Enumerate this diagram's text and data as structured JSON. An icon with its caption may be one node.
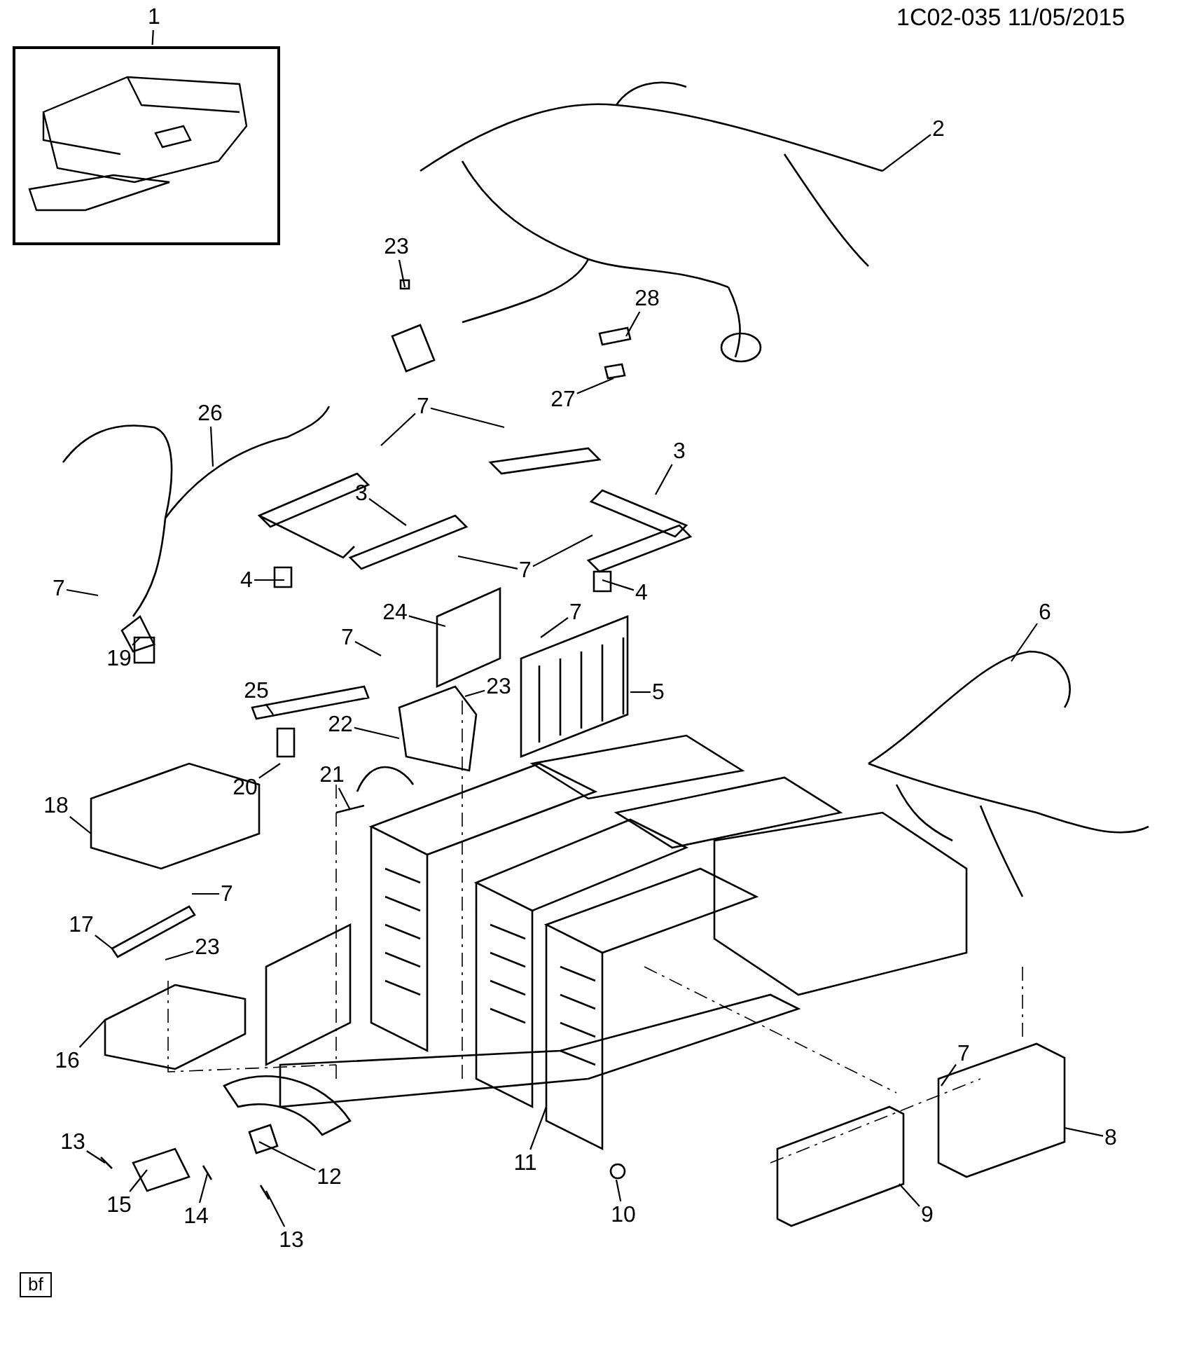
{
  "diagram": {
    "nodes": [
      {
        "text": [
          "1"
        ]
      },
      {
        "text": [],
        "shape": "picture"
      },
      {
        "text": [
          "2"
        ]
      },
      {
        "text": [
          "23"
        ]
      },
      {
        "text": [
          "28"
        ]
      },
      {
        "text": [
          "27"
        ]
      },
      {
        "text": [
          "26"
        ]
      },
      {
        "text": [
          "7"
        ]
      },
      {
        "text": [
          "3"
        ]
      },
      {
        "text": [
          "3"
        ]
      },
      {
        "text": [
          "7"
        ]
      },
      {
        "text": [
          "4"
        ]
      },
      {
        "text": [
          "7"
        ]
      },
      {
        "text": [
          "4"
        ]
      },
      {
        "text": [
          "24"
        ]
      },
      {
        "text": [
          "7"
        ]
      },
      {
        "text": [
          "7"
        ]
      },
      {
        "text": [
          "6"
        ]
      },
      {
        "text": [
          "19"
        ]
      },
      {
        "text": [
          "5"
        ]
      },
      {
        "text": [
          "25"
        ]
      },
      {
        "text": [
          "23"
        ]
      },
      {
        "text": [
          "22"
        ]
      },
      {
        "text": [
          "20"
        ]
      },
      {
        "text": [
          "21"
        ]
      },
      {
        "text": [
          "18"
        ]
      },
      {
        "text": [
          "7"
        ]
      },
      {
        "text": [
          "17"
        ]
      },
      {
        "text": [
          "23"
        ]
      },
      {
        "text": [
          "16"
        ]
      },
      {
        "text": [
          "7"
        ]
      },
      {
        "text": [
          "8"
        ]
      },
      {
        "text": [
          "13"
        ]
      },
      {
        "text": [
          "15"
        ]
      },
      {
        "text": [
          "14"
        ]
      },
      {
        "text": [
          "12"
        ]
      },
      {
        "text": [
          "11"
        ]
      },
      {
        "text": [
          "10"
        ]
      },
      {
        "text": [
          "9"
        ]
      },
      {
        "text": [
          "13"
        ]
      },
      {
        "text": [
          "bf"
        ]
      }
    ],
    "edges": [
      {
        "from": 0,
        "to": 1,
        "arrow": "none"
      },
      {
        "from": 2,
        "to": null,
        "arrow": "none"
      },
      {
        "from": 3,
        "to": null,
        "arrow": "none"
      },
      {
        "from": 4,
        "to": null,
        "arrow": "none"
      },
      {
        "from": 5,
        "to": null,
        "arrow": "none"
      },
      {
        "from": 6,
        "to": null,
        "arrow": "none"
      },
      {
        "from": 7,
        "to": null,
        "arrow": "none"
      },
      {
        "from": 7,
        "to": null,
        "arrow": "none"
      },
      {
        "from": 8,
        "to": null,
        "arrow": "none"
      },
      {
        "from": 9,
        "to": null,
        "arrow": "none"
      },
      {
        "from": 10,
        "to": null,
        "arrow": "none"
      },
      {
        "from": 11,
        "to": null,
        "arrow": "none"
      },
      {
        "from": 12,
        "to": null,
        "arrow": "none"
      },
      {
        "from": 12,
        "to": null,
        "arrow": "none"
      },
      {
        "from": 13,
        "to": null,
        "arrow": "none"
      },
      {
        "from": 14,
        "to": null,
        "arrow": "none"
      },
      {
        "from": 15,
        "to": null,
        "arrow": "none"
      },
      {
        "from": 16,
        "to": null,
        "arrow": "none"
      },
      {
        "from": 17,
        "to": null,
        "arrow": "none"
      },
      {
        "from": 18,
        "to": null,
        "arrow": "none"
      },
      {
        "from": 19,
        "to": null,
        "arrow": "none"
      },
      {
        "from": 20,
        "to": null,
        "arrow": "none"
      },
      {
        "from": 21,
        "to": null,
        "arrow": "none"
      },
      {
        "from": 22,
        "to": null,
        "arrow": "none"
      },
      {
        "from": 23,
        "to": null,
        "arrow": "none"
      },
      {
        "from": 24,
        "to": null,
        "arrow": "none"
      },
      {
        "from": 25,
        "to": null,
        "arrow": "none"
      },
      {
        "from": 26,
        "to": null,
        "arrow": "none"
      },
      {
        "from": 27,
        "to": null,
        "arrow": "none"
      },
      {
        "from": 28,
        "to": null,
        "arrow": "none"
      },
      {
        "from": 29,
        "to": null,
        "arrow": "none"
      },
      {
        "from": 30,
        "to": null,
        "arrow": "none"
      },
      {
        "from": 31,
        "to": null,
        "arrow": "none"
      },
      {
        "from": 32,
        "to": null,
        "arrow": "none"
      },
      {
        "from": 33,
        "to": null,
        "arrow": "none"
      },
      {
        "from": 34,
        "to": null,
        "arrow": "none"
      },
      {
        "from": 35,
        "to": null,
        "arrow": "none"
      },
      {
        "from": 36,
        "to": null,
        "arrow": "none"
      },
      {
        "from": 37,
        "to": null,
        "arrow": "none"
      },
      {
        "from": 38,
        "to": null,
        "arrow": "none"
      },
      {
        "from": 39,
        "to": null,
        "arrow": "none"
      }
    ],
    "labels": [
      "1C02-035 11/05/2015"
    ]
  }
}
